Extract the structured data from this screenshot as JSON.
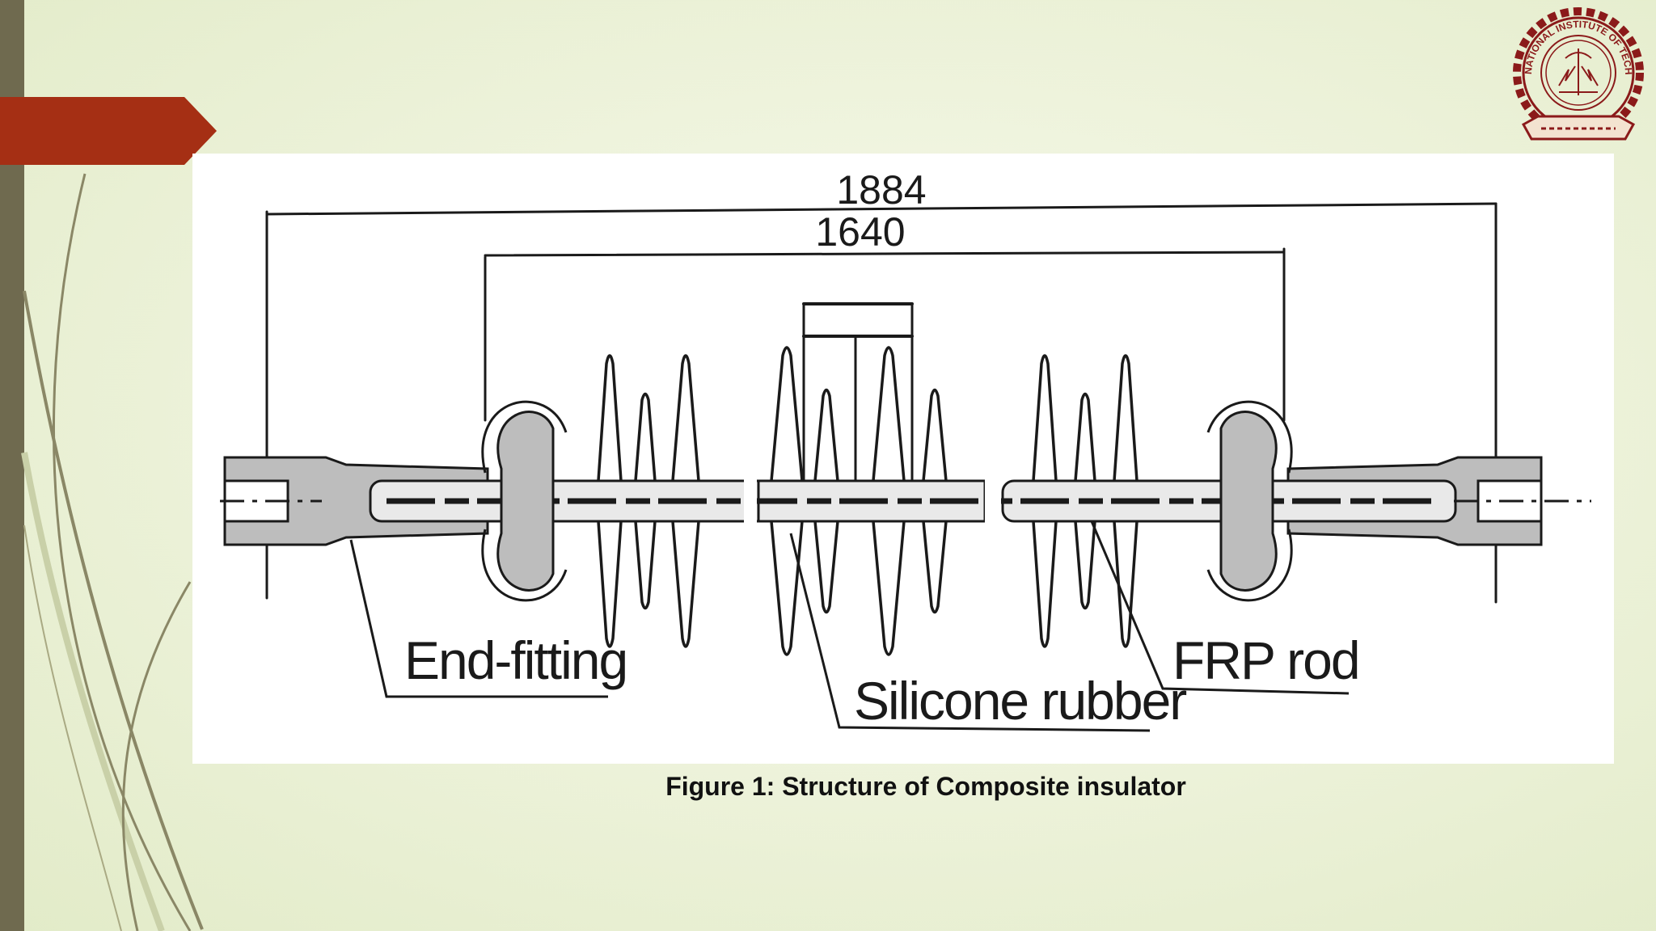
{
  "slide": {
    "background_color": "#eef3dc",
    "left_bar_color": "#6f6a4f",
    "accent_color": "#a52f14",
    "caption": "Figure 1: Structure of Composite insulator"
  },
  "logo": {
    "name": "institute-seal",
    "ring_text": "NATIONAL INSTITUTE OF TECHNOLOGY",
    "color": "#8b1a1a"
  },
  "diagram": {
    "dimensions": {
      "overall": "1884",
      "inner": "1640"
    },
    "labels": {
      "end_fitting": "End-fitting",
      "silicone_rubber": "Silicone rubber",
      "frp_rod": "FRP rod"
    }
  }
}
